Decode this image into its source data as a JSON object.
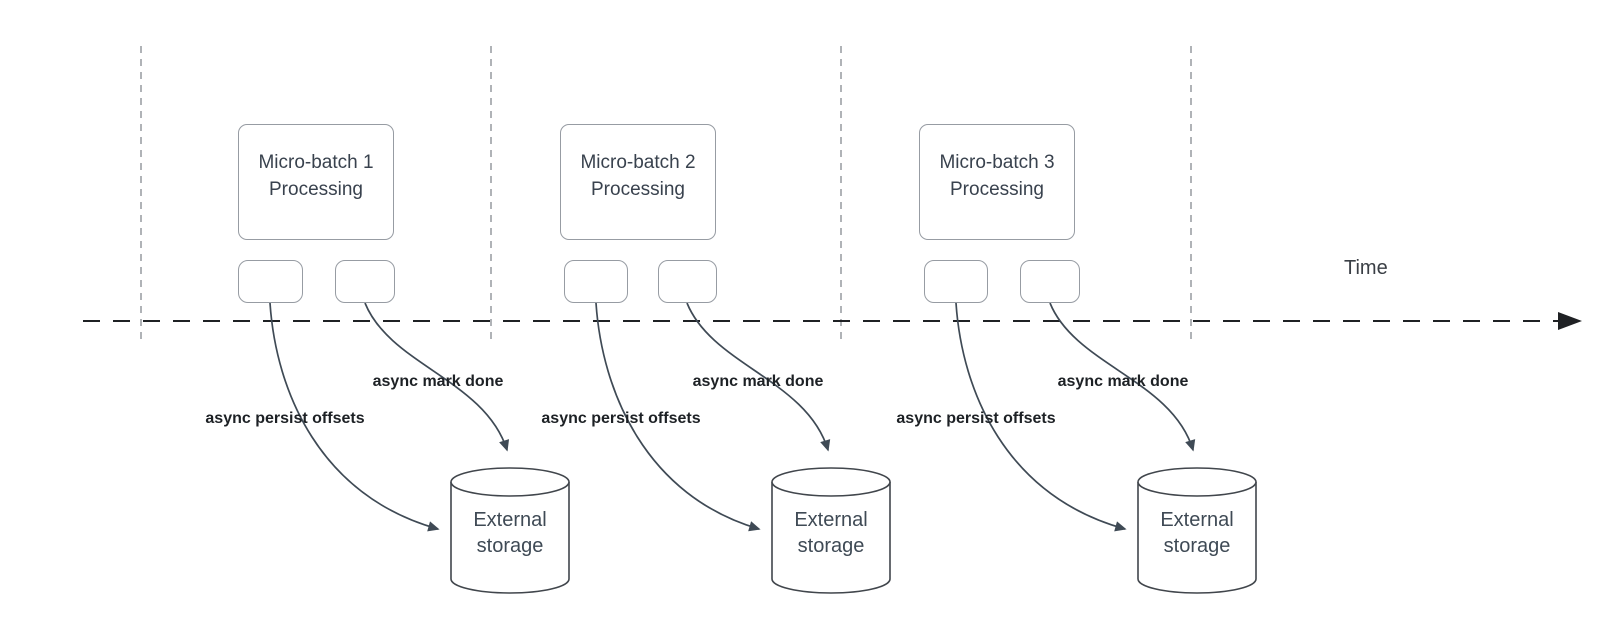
{
  "diagram": {
    "timeline_label": "Time",
    "batches": [
      {
        "box_line1": "Micro-batch 1",
        "box_line2": "Processing",
        "persist_label": "async persist offsets",
        "mark_done_label": "async mark done",
        "storage_line1": "External",
        "storage_line2": "storage"
      },
      {
        "box_line1": "Micro-batch 2",
        "box_line2": "Processing",
        "persist_label": "async persist offsets",
        "mark_done_label": "async mark done",
        "storage_line1": "External",
        "storage_line2": "storage"
      },
      {
        "box_line1": "Micro-batch 3",
        "box_line2": "Processing",
        "persist_label": "async persist offsets",
        "mark_done_label": "async mark done",
        "storage_line1": "External",
        "storage_line2": "storage"
      }
    ],
    "colors": {
      "arrow": "#3f4a55",
      "timeline": "#1f2124",
      "gridline": "#b0b3b7",
      "box_border": "#979ca3",
      "text": "#39424e",
      "label_text": "#1d2125"
    }
  }
}
